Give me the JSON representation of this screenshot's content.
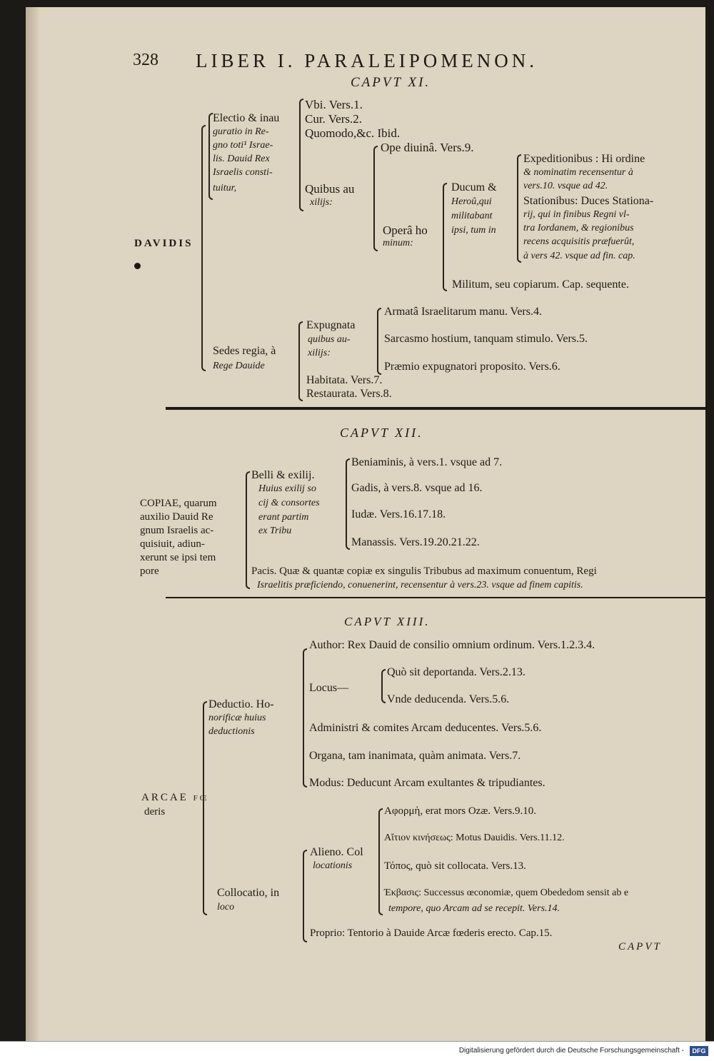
{
  "header": {
    "page_number": "328",
    "title": "LIBER I. PARALEIPOMENON."
  },
  "chapter11": {
    "heading": "CAPVT XI.",
    "root": "DAVIDIS",
    "electio": [
      "Electio & inau",
      "guratio in Re-",
      "gno toti¹ Israe-",
      "lis. Dauid Rex",
      "Israelis consti-",
      "tuitur,"
    ],
    "ubi": "Vbi. Vers.1.",
    "cur": "Cur. Vers.2.",
    "quomodo": "Quomodo,&c. Ibid.",
    "quibus": [
      "Quibus au",
      "xilijs:"
    ],
    "ope": "Ope diuinâ. Vers.9.",
    "opera": [
      "Operâ ho",
      "minum:"
    ],
    "ducum": [
      "Ducum &",
      "Heroû,qui",
      "militabant",
      "ipsi, tum in"
    ],
    "expeditionibus": [
      "Expeditionibus : Hi ordine",
      "& nominatim recensentur à",
      "vers.10. vsque ad 42."
    ],
    "stationibus": [
      "Stationibus: Duces Stationa-",
      "rij, qui in finibus Regni vl-",
      "tra Iordanem, & regionibus",
      "recens acquisitis præfuerût,",
      "à vers 42. vsque ad fin. cap."
    ],
    "militum": "Militum, seu copiarum. Cap. sequente.",
    "sedes": [
      "Sedes regia, à",
      "Rege Dauide"
    ],
    "expugnata": [
      "Expugnata",
      "quibus au-",
      "xilijs:"
    ],
    "armata": "Armatâ Israelitarum manu. Vers.4.",
    "sarcasmo": "Sarcasmo hostium, tanquam stimulo. Vers.5.",
    "praemio": "Præmio expugnatori proposito. Vers.6.",
    "habitata": "Habitata. Vers.7.",
    "restaurata": "Restaurata. Vers.8."
  },
  "chapter12": {
    "heading": "CAPVT XII.",
    "root": [
      "COPIAE, quarum",
      "auxilio Dauid Re",
      "gnum Israelis ac-",
      "quisiuit, adiun-",
      "xerunt se ipsi tem",
      "pore"
    ],
    "belli": [
      "Belli & exilij.",
      "Huius exilij so",
      "cij & consortes",
      "erant partim",
      "ex Tribu"
    ],
    "beniaminis": "Beniaminis, à vers.1. vsque ad 7.",
    "gadis": "Gadis, à vers.8. vsque ad 16.",
    "iudae": "Iudæ. Vers.16.17.18.",
    "manassis": "Manassis. Vers.19.20.21.22.",
    "pacis": [
      "Pacis. Quæ & quantæ copiæ ex singulis Tribubus ad maximum conuentum, Regi",
      "Israelitis præficiendo, conuenerint, recensentur à vers.23. vsque ad finem capitis."
    ]
  },
  "chapter13": {
    "heading": "CAPVT XIII.",
    "root": [
      "ARCAE fœ",
      "deris"
    ],
    "deductio": [
      "Deductio. Ho-",
      "norificæ huius",
      "deductionis"
    ],
    "author": "Author: Rex Dauid de consilio omnium ordinum. Vers.1.2.3.4.",
    "locus": "Locus—",
    "quo": "Quò sit deportanda. Vers.2.13.",
    "vnde": "Vnde deducenda. Vers.5.6.",
    "administri": "Administri & comites Arcam deducentes. Vers.5.6.",
    "organa": "Organa, tam inanimata, quàm animata. Vers.7.",
    "modus": "Modus: Deducunt Arcam exultantes & tripudiantes.",
    "collocatio": [
      "Collocatio, in",
      "loco"
    ],
    "alieno": [
      "Alieno. Col",
      "locationis"
    ],
    "aphorme": "Αφορμὴ, erat mors Ozæ. Vers.9.10.",
    "aition": "Αἴτιον κινήσεως: Motus Dauidis. Vers.11.12.",
    "topos": "Τόπος, quò sit collocata. Vers.13.",
    "ekbasis": [
      "Έκβασις: Successus œconomiæ, quem Obededom sensit ab e",
      "tempore, quo Arcam ad se recepit. Vers.14."
    ],
    "proprio": "Proprio: Tentorio à Dauide Arcæ fœderis erecto. Cap.15.",
    "catchword": "CAPVT"
  },
  "footer": {
    "text": "Digitalisierung gefördert durch die Deutsche Forschungsgemeinschaft -",
    "logo": "DFG"
  }
}
